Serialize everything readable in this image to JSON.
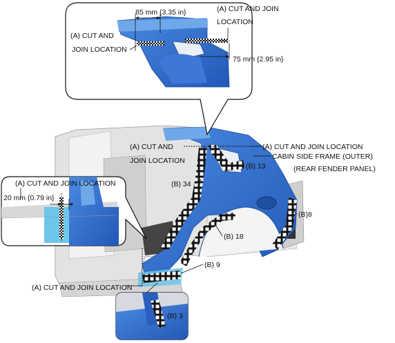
{
  "top_detail": {
    "dim_85": "85 mm {3.35 in}",
    "cut_a_left_line1": "(A) CUT AND",
    "cut_a_left_line2": "JOIN LOCATION",
    "cut_a_right_line1": "(A) CUT AND JOIN",
    "cut_a_right_line2": "LOCATION",
    "dim_75": "75 mm {2.95 in}"
  },
  "main_view": {
    "cut_a_top_left_line1": "(A) CUT AND",
    "cut_a_top_left_line2": "JOIN LOCATION",
    "cut_a_top_right": "(A) CUT AND JOIN LOCATION",
    "cabin_side_frame": "CABIN SIDE FRAME (OUTER)",
    "rear_fender_panel": "(REAR FENDER PANEL)",
    "weld_b13": "(B) 13",
    "weld_b34": "(B) 34",
    "weld_b8": "(B)8",
    "weld_b18": "(B) 18",
    "weld_b9": "(B) 9",
    "cut_a_bottom": "(A) CUT AND JOIN LOCATION"
  },
  "left_detail": {
    "cut_a": "(A) CUT AND JOIN LOCATION",
    "dim_20": "20 mm {0.79 in}"
  },
  "bottom_detail": {
    "weld_b3": "(B) 3"
  },
  "colors": {
    "panel_blue": "#2f6fd0",
    "panel_blue_light": "#6fa8e8",
    "cut_zone_cyan": "#6ec6ea",
    "body_gray": "#d9d9d9"
  }
}
